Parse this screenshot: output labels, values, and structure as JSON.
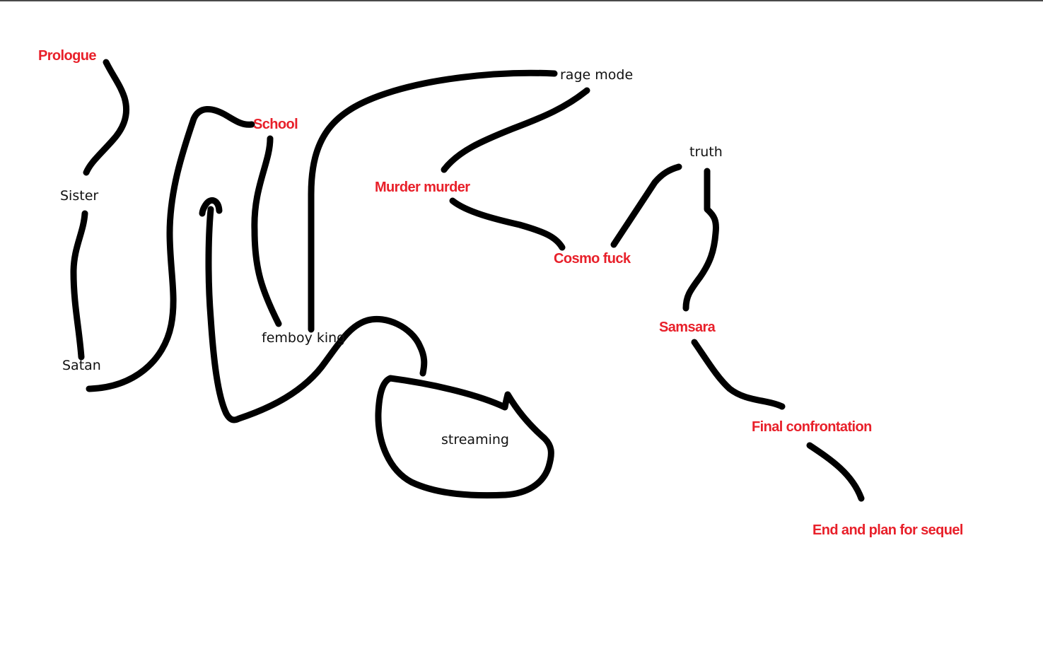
{
  "diagram": {
    "colors": {
      "key_label": "#e8202a",
      "minor_label": "#111111",
      "stroke": "#000000",
      "background": "#ffffff"
    },
    "nodes": {
      "prologue": "Prologue",
      "sister": "Sister",
      "satan": "Satan",
      "school": "School",
      "femboy_king": "femboy king",
      "rage_mode": "rage mode",
      "murder_murder": "Murder murder",
      "cosmo_fuck": "Cosmo fuck",
      "truth": "truth",
      "samsara": "Samsara",
      "streaming": "streaming",
      "final_confrontation": "Final confrontation",
      "end_and_plan": "End and plan for sequel"
    }
  }
}
